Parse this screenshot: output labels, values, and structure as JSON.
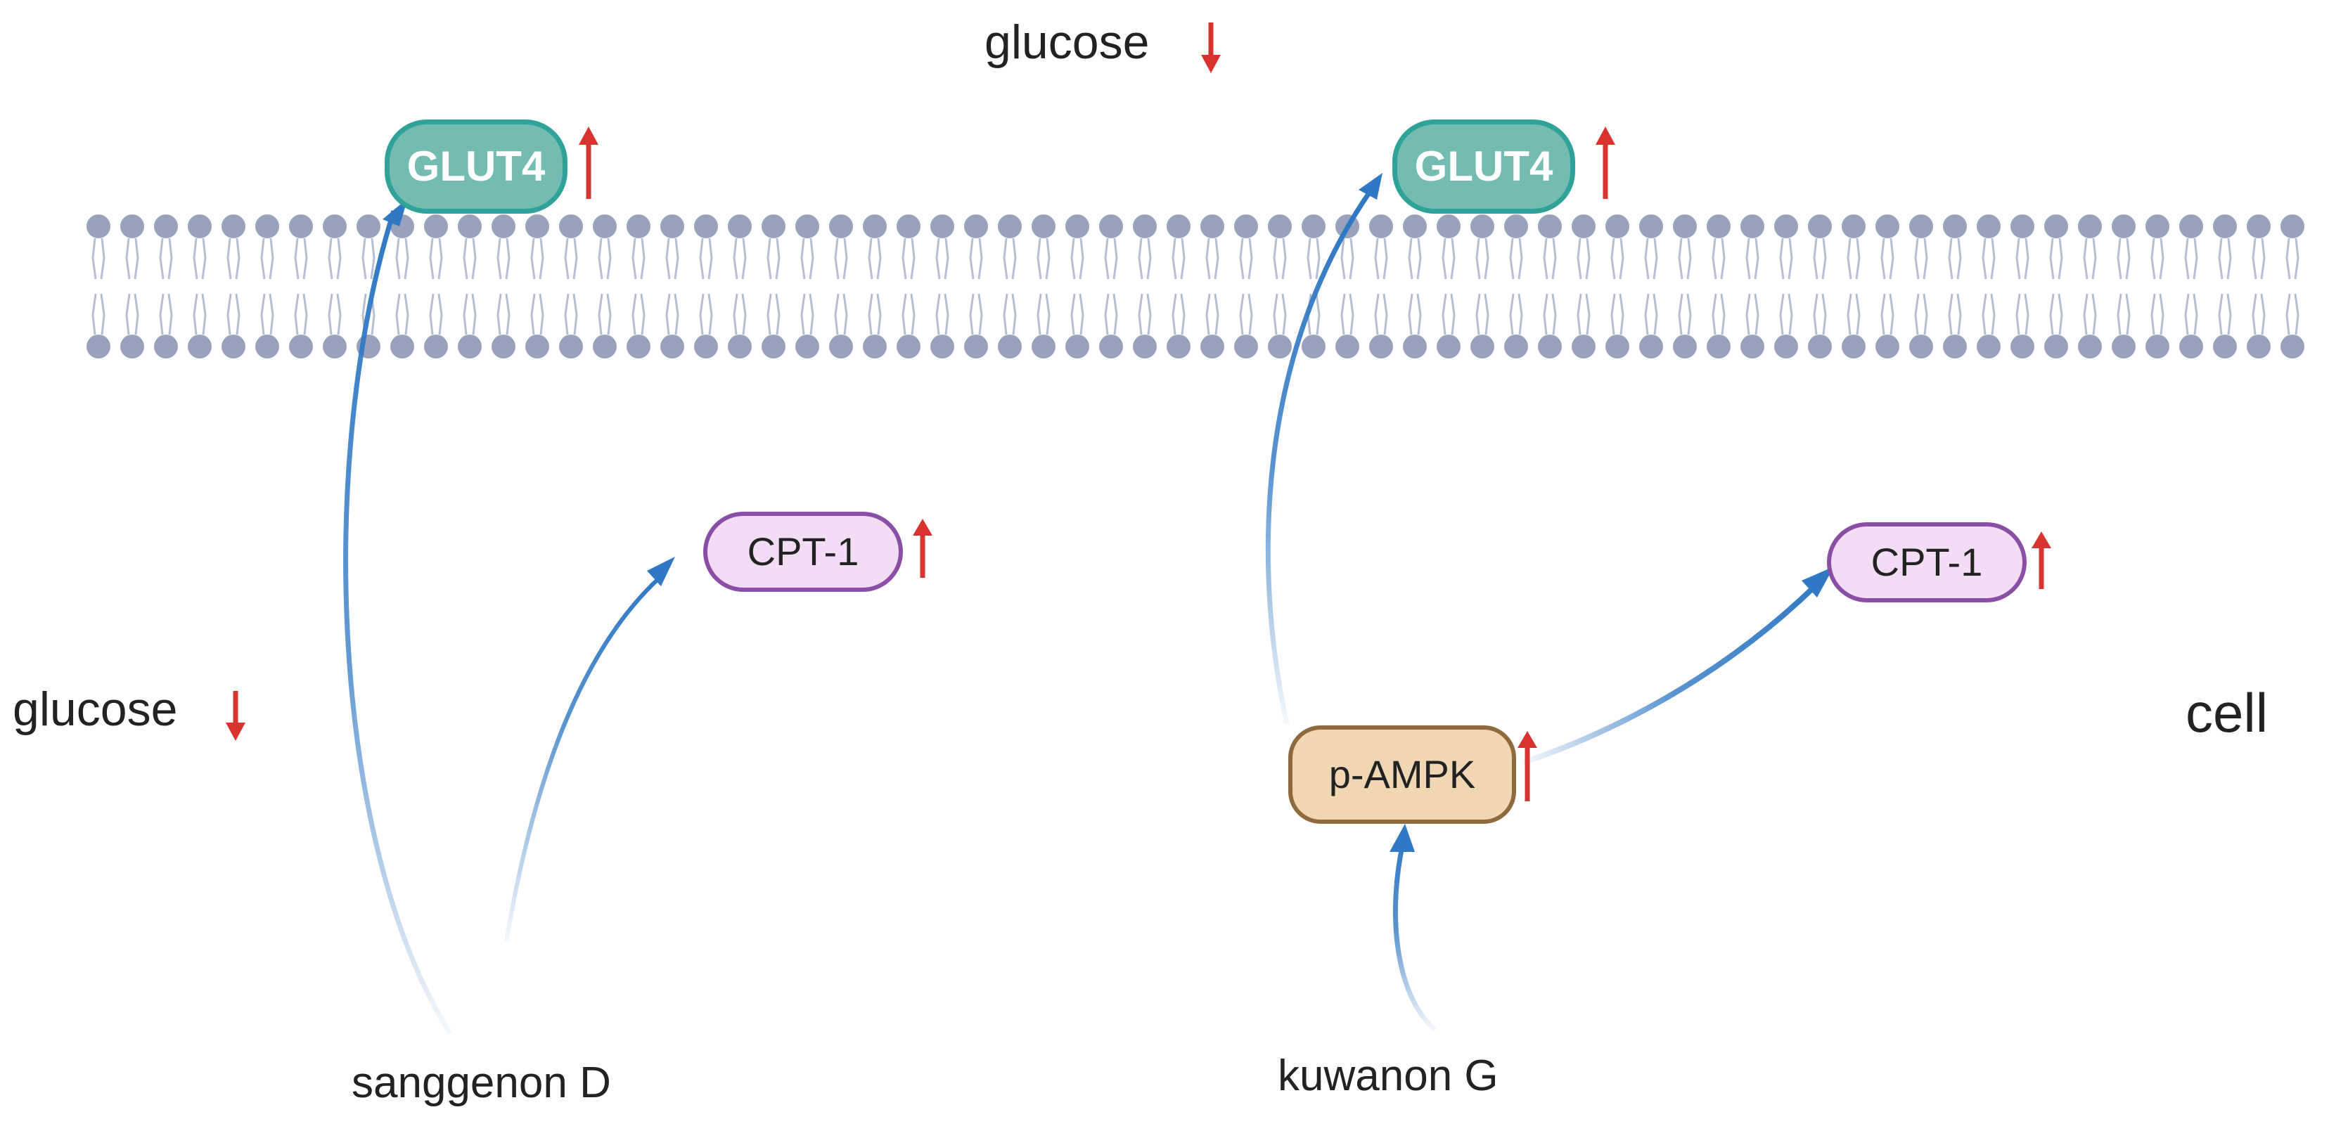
{
  "labels": {
    "glucose_top": "glucose",
    "glucose_left": "glucose",
    "cell": "cell",
    "sanggenon": "sanggenon D",
    "kuwanon": "kuwanon G"
  },
  "nodes": {
    "glut4_left": "GLUT4",
    "glut4_right": "GLUT4",
    "cpt1_left": "CPT-1",
    "cpt1_right": "CPT-1",
    "pampk": "p-AMPK"
  },
  "colors": {
    "glut4_fill": "#74bcb2",
    "glut4_border": "#2fa39a",
    "cpt1_fill": "#f2ddf5",
    "cpt1_border": "#8b4ea6",
    "pampk_fill": "#f1d6b3",
    "pampk_border": "#8e6a3e",
    "membrane": "#98a2bd",
    "activation_arrow": "#2f78c4",
    "change_arrow": "#d8342f"
  },
  "icons": {
    "up": "red-up-arrow-icon",
    "down": "red-down-arrow-icon"
  }
}
